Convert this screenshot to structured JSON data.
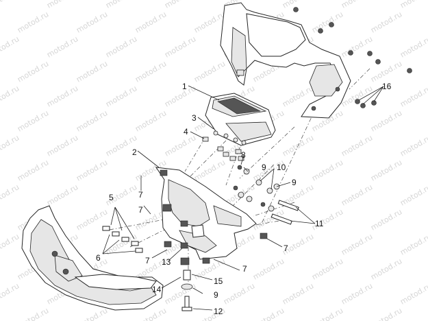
{
  "watermark": "motod.ru",
  "callouts": [
    "1",
    "2",
    "3",
    "4",
    "5",
    "6",
    "7",
    "7",
    "7",
    "7",
    "7",
    "8",
    "9",
    "9",
    "9",
    "10",
    "11",
    "12",
    "13",
    "14",
    "15",
    "16"
  ]
}
